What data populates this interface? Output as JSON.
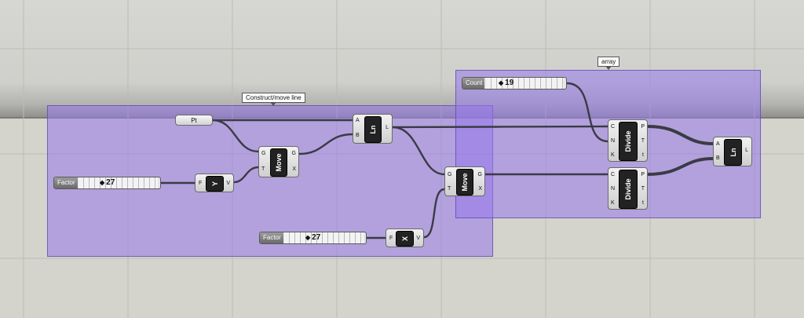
{
  "groups": {
    "move_line_label": "Construct/move line",
    "array_label": "array"
  },
  "point_param": {
    "label": "Pt"
  },
  "sliders": {
    "factor_y": {
      "name": "Factor",
      "value": "27"
    },
    "factor_x": {
      "name": "Factor",
      "value": "27"
    },
    "count": {
      "name": "Count",
      "value": "19"
    }
  },
  "components": {
    "move1": {
      "core": "Move",
      "inputs": [
        "G",
        "T"
      ],
      "outputs": [
        "G",
        "X"
      ]
    },
    "line1": {
      "core": "Ln",
      "inputs": [
        "A",
        "B"
      ],
      "outputs": [
        "L"
      ]
    },
    "unit_y": {
      "core": "Y",
      "inputs": [
        "F"
      ],
      "outputs": [
        "V"
      ]
    },
    "move2": {
      "core": "Move",
      "inputs": [
        "G",
        "T"
      ],
      "outputs": [
        "G",
        "X"
      ]
    },
    "unit_x": {
      "core": "X",
      "inputs": [
        "F"
      ],
      "outputs": [
        "V"
      ]
    },
    "divide1": {
      "core": "Divide",
      "inputs": [
        "C",
        "N",
        "K"
      ],
      "outputs": [
        "P",
        "T",
        "t"
      ]
    },
    "divide2": {
      "core": "Divide",
      "inputs": [
        "C",
        "N",
        "K"
      ],
      "outputs": [
        "P",
        "T",
        "t"
      ]
    },
    "line2": {
      "core": "Ln",
      "inputs": [
        "A",
        "B"
      ],
      "outputs": [
        "L"
      ]
    }
  },
  "colors": {
    "canvas": "#d4d3cc",
    "group_fill": "#9678eb",
    "wire": "#3b3b45"
  }
}
